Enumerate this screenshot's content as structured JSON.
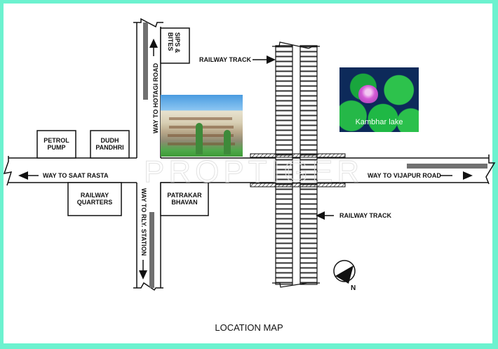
{
  "map": {
    "title": "LOCATION MAP",
    "watermark": "PROPTIGER",
    "colors": {
      "border": "#6cf2cf",
      "background": "#ffffff",
      "line": "#111111",
      "road_marker": "#707070"
    },
    "roads": {
      "west": "WAY TO SAAT RASTA",
      "east": "WAY TO VIJAPUR ROAD",
      "north": "WAY TO HOTAGI ROAD",
      "south": "WAY TO RLY. STATION"
    },
    "landmarks": {
      "petrol_pump": "PETROL PUMP",
      "petrol_pump_l1": "PETROL",
      "petrol_pump_l2": "PUMP",
      "dudh_pandhri_l1": "DUDH",
      "dudh_pandhri_l2": "PANDHRI",
      "sips_bites_l1": "SIPS &",
      "sips_bites_l2": "BITES",
      "railway_quarters_l1": "RAILWAY",
      "railway_quarters_l2": "QUARTERS",
      "patrakar_bhavan_l1": "PATRAKAR",
      "patrakar_bhavan_l2": "BHAVAN"
    },
    "railway": {
      "label_top": "RAILWAY TRACK",
      "label_bottom": "RAILWAY TRACK"
    },
    "lake": {
      "caption": "Kambhar lake"
    },
    "compass": {
      "label": "N"
    }
  }
}
